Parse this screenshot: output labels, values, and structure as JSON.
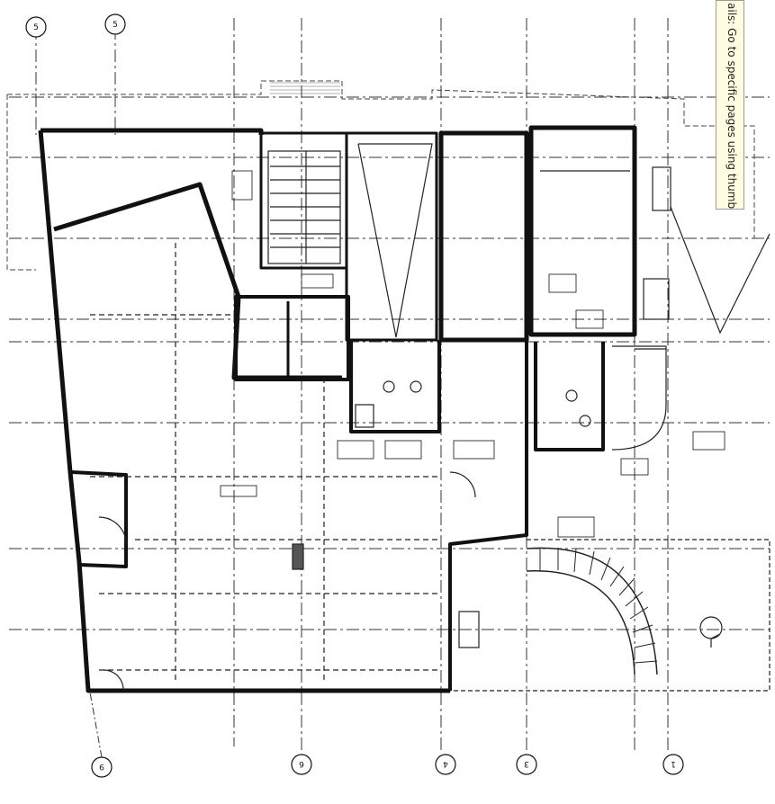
{
  "tooltip": {
    "text": "ails: Go to specific pages using thumbnail"
  },
  "grid_axes": {
    "top": [
      "5",
      "5"
    ],
    "bottom": [
      "9",
      "6",
      "4",
      "3",
      "1"
    ]
  },
  "colors": {
    "line": "#1a1a1a",
    "wall": "#111111",
    "tooltip_bg": "#fffde1"
  }
}
